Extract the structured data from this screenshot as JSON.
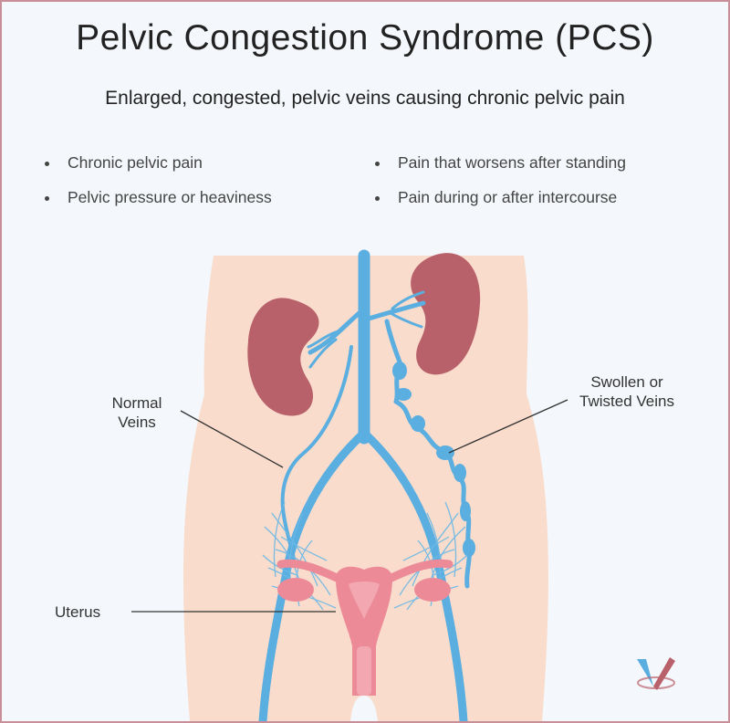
{
  "title": "Pelvic Congestion Syndrome (PCS)",
  "subtitle": "Enlarged, congested, pelvic veins causing chronic pelvic pain",
  "symptoms": [
    "Chronic pelvic pain",
    "Pelvic pressure or heaviness",
    "Pain that worsens after standing",
    "Pain during or after intercourse"
  ],
  "labels": {
    "normal_veins_line1": "Normal",
    "normal_veins_line2": "Veins",
    "swollen_veins_line1": "Swollen or",
    "swollen_veins_line2": "Twisted Veins",
    "uterus": "Uterus"
  },
  "colors": {
    "frame_border": "#c98f98",
    "background": "#f4f7fb",
    "skin": "#f9dccc",
    "kidney": "#b9616b",
    "vein": "#5aaee0",
    "uterus": "#ec8a98",
    "uterus_inner": "#f2a7b1"
  },
  "icons": {
    "logo": "vein-clinic-logo-icon",
    "bullet": "bullet-dot-icon"
  }
}
